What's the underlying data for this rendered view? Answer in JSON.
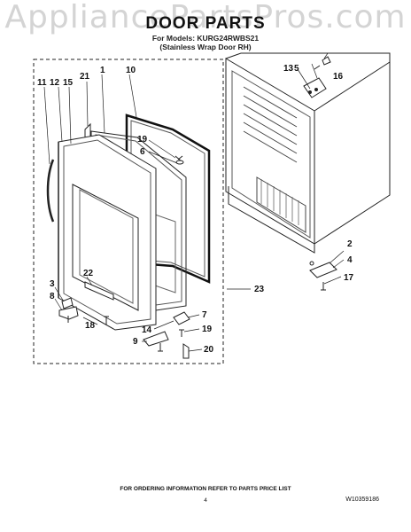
{
  "watermark": "AppliancePartsPros.com",
  "header": {
    "title": "DOOR PARTS",
    "models_line": "For Models: KURG24RWBS21",
    "variant_line": "(Stainless Wrap Door RH)"
  },
  "callouts": {
    "c1": "1",
    "c2": "2",
    "c3": "3",
    "c4": "4",
    "c5": "5",
    "c6": "6",
    "c7": "7",
    "c8": "8",
    "c9": "9",
    "c10": "10",
    "c11": "11",
    "c12": "12",
    "c13": "13",
    "c14": "14",
    "c15": "15",
    "c16": "16",
    "c17": "17",
    "c18": "18",
    "c19a": "19",
    "c19b": "19",
    "c20": "20",
    "c21": "21",
    "c22": "22",
    "c23": "23"
  },
  "footer": {
    "ordering_note": "FOR ORDERING INFORMATION REFER TO PARTS PRICE LIST",
    "page_number": "4",
    "document_number": "W10359186"
  }
}
